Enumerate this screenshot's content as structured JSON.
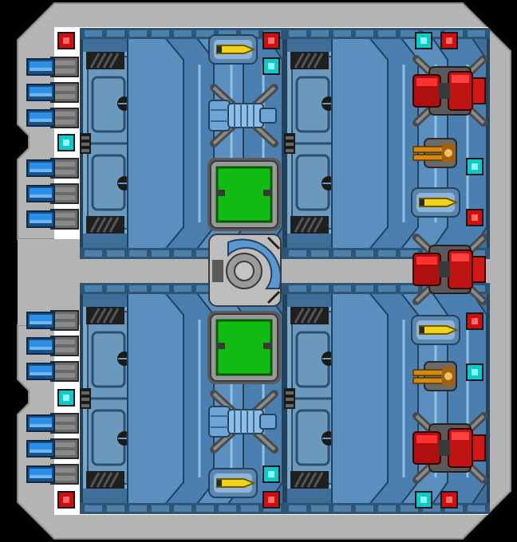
{
  "title": "",
  "palette": {
    "background": "#000000",
    "hull": "#b4b4b4",
    "deck": "#ffffff",
    "module_blue": "#3f6f98",
    "module_light": "#7aa7c8",
    "module_dark": "#23425e",
    "glass": "#5b98cf",
    "reactor": "#11bb11",
    "reactor_frame": "#8f8f8f",
    "engine_red": "#d41818",
    "engine_dark": "#6a6a6a",
    "light_red": "#cc1010",
    "light_cyan": "#10c8c8",
    "thruster_blue": "#2e8ee6",
    "missile_yellow": "#f0d21a",
    "cannon_orange": "#d88a10"
  },
  "sprites": {
    "modules": [
      "cargo-module",
      "cargo-module",
      "cargo-module",
      "cargo-module"
    ],
    "reactors": [
      "reactor-core",
      "reactor-core"
    ],
    "engines": [
      "engine-pod",
      "engine-pod",
      "engine-pod"
    ],
    "missiles": [
      "missile-launcher",
      "missile-launcher",
      "missile-launcher",
      "missile-launcher"
    ],
    "cannons": [
      "autocannon",
      "autocannon"
    ],
    "beam_turrets": [
      "beam-turret",
      "beam-turret"
    ],
    "shield": "shield-generator",
    "thruster_groups": [
      "thruster-group",
      "thruster-group",
      "thruster-group",
      "thruster-group"
    ]
  }
}
